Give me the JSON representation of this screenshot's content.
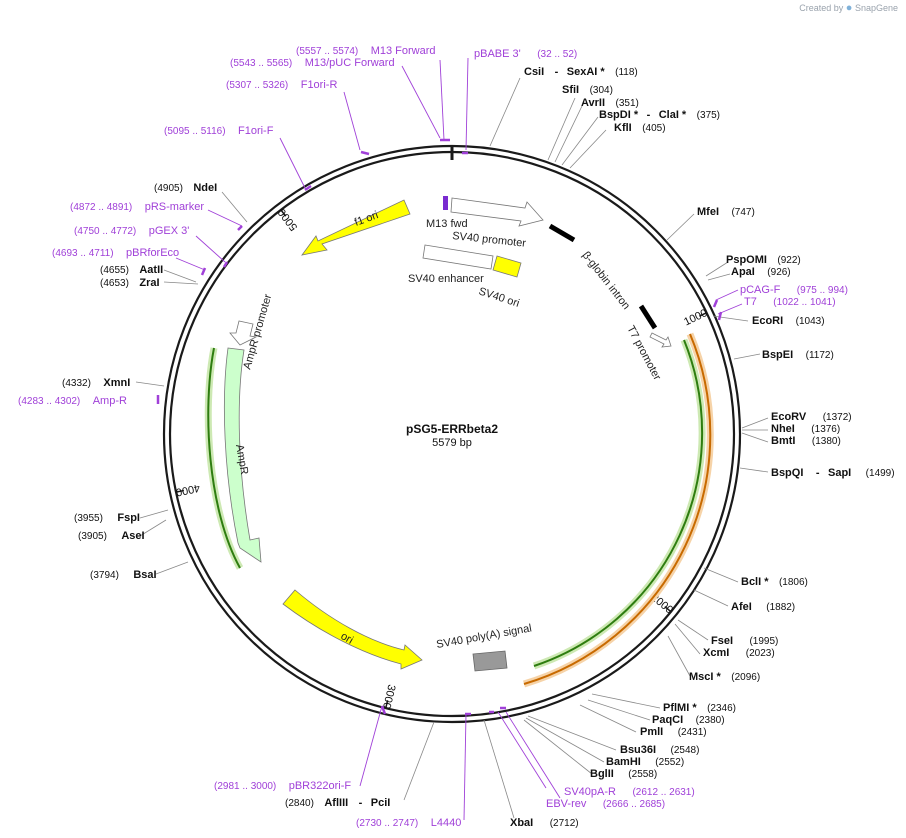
{
  "brand": {
    "created_by": "Created by",
    "product": "SnapGene"
  },
  "plasmid": {
    "name": "pSG5-ERRbeta2",
    "size_label": "5579 bp",
    "length": 5579
  },
  "ticks": [
    {
      "pos": 1000,
      "label": "1000"
    },
    {
      "pos": 2000,
      "label": "2000"
    },
    {
      "pos": 3000,
      "label": "3000"
    },
    {
      "pos": 4000,
      "label": "4000"
    },
    {
      "pos": 5000,
      "label": "5000"
    }
  ],
  "enzymes": [
    {
      "name": "CsiI",
      "extra": "SexAI *",
      "pos": "(118)"
    },
    {
      "name": "SfiI",
      "pos": "(304)"
    },
    {
      "name": "AvrII",
      "pos": "(351)"
    },
    {
      "name": "BspDI *",
      "extra": "ClaI *",
      "pos": "(375)"
    },
    {
      "name": "KflI",
      "pos": "(405)"
    },
    {
      "name": "MfeI",
      "pos": "(747)"
    },
    {
      "name": "PspOMI",
      "pos": "(922)"
    },
    {
      "name": "ApaI",
      "pos": "(926)"
    },
    {
      "name": "EcoRI",
      "pos": "(1043)"
    },
    {
      "name": "BspEI",
      "pos": "(1172)"
    },
    {
      "name": "EcoRV",
      "pos": "(1372)"
    },
    {
      "name": "NheI",
      "pos": "(1376)"
    },
    {
      "name": "BmtI",
      "pos": "(1380)"
    },
    {
      "name": "BspQI",
      "extra": "SapI",
      "pos": "(1499)"
    },
    {
      "name": "BclI *",
      "pos": "(1806)"
    },
    {
      "name": "AfeI",
      "pos": "(1882)"
    },
    {
      "name": "FseI",
      "pos": "(1995)"
    },
    {
      "name": "XcmI",
      "pos": "(2023)"
    },
    {
      "name": "MscI *",
      "pos": "(2096)"
    },
    {
      "name": "PflMI *",
      "pos": "(2346)"
    },
    {
      "name": "PaqCI",
      "pos": "(2380)"
    },
    {
      "name": "PmlI",
      "pos": "(2431)"
    },
    {
      "name": "Bsu36I",
      "pos": "(2548)"
    },
    {
      "name": "BamHI",
      "pos": "(2552)"
    },
    {
      "name": "BglII",
      "pos": "(2558)"
    },
    {
      "name": "XbaI",
      "pos": "(2712)"
    },
    {
      "name": "AflIII",
      "extra": "PciI",
      "pos": "(2840)"
    },
    {
      "name": "BsaI",
      "pos": "(3794)"
    },
    {
      "name": "AseI",
      "pos": "(3905)"
    },
    {
      "name": "FspI",
      "pos": "(3955)"
    },
    {
      "name": "XmnI",
      "pos": "(4332)"
    },
    {
      "name": "ZraI",
      "pos": "(4653)"
    },
    {
      "name": "AatII",
      "pos": "(4655)"
    },
    {
      "name": "NdeI",
      "pos": "(4905)"
    }
  ],
  "primers": [
    {
      "range": "(5557 .. 5574)",
      "name": "M13 Forward"
    },
    {
      "range": "(5543 .. 5565)",
      "name": "M13/pUC Forward"
    },
    {
      "range": "(5307 .. 5326)",
      "name": "F1ori-R"
    },
    {
      "range": "(5095 .. 5116)",
      "name": "F1ori-F"
    },
    {
      "name": "pBABE 3'",
      "range": "(32 .. 52)"
    },
    {
      "name": "pCAG-F",
      "range": "(975 .. 994)"
    },
    {
      "name": "T7",
      "range": "(1022 .. 1041)"
    },
    {
      "range": "(4872 .. 4891)",
      "name": "pRS-marker"
    },
    {
      "range": "(4750 .. 4772)",
      "name": "pGEX 3'"
    },
    {
      "range": "(4693 .. 4711)",
      "name": "pBRforEco"
    },
    {
      "range": "(4283 .. 4302)",
      "name": "Amp-R"
    },
    {
      "range": "(2981 .. 3000)",
      "name": "pBR322ori-F"
    },
    {
      "range": "(2730 .. 2747)",
      "name": "L4440"
    },
    {
      "name": "SV40pA-R",
      "range": "(2612 .. 2631)"
    },
    {
      "name": "EBV-rev",
      "range": "(2666 .. 2685)"
    }
  ],
  "features": [
    {
      "label": "f1 ori",
      "color": "#ffff00"
    },
    {
      "label": "M13 fwd",
      "color": "#7a2bd0"
    },
    {
      "label": "SV40 promoter",
      "color": "#ffffff"
    },
    {
      "label": "SV40 enhancer",
      "color": "#ffffff"
    },
    {
      "label": "SV40 ori",
      "color": "#ffff00"
    },
    {
      "label": "β-globin intron",
      "color": "#000000"
    },
    {
      "label": "T7 promoter",
      "color": "#ffffff"
    },
    {
      "label": "AmpR promoter",
      "color": "#ffffff"
    },
    {
      "label": "AmpR",
      "color": "#ccffcc"
    },
    {
      "label": "ori",
      "color": "#ffff00"
    },
    {
      "label": "SV40 poly(A) signal",
      "color": "#999999"
    }
  ],
  "colors": {
    "backbone": "#1a1a1a",
    "primer": "#a040d8",
    "enzyme_line": "#888888",
    "orf_green": "#2e7d10",
    "orf_orange": "#c86a00"
  }
}
